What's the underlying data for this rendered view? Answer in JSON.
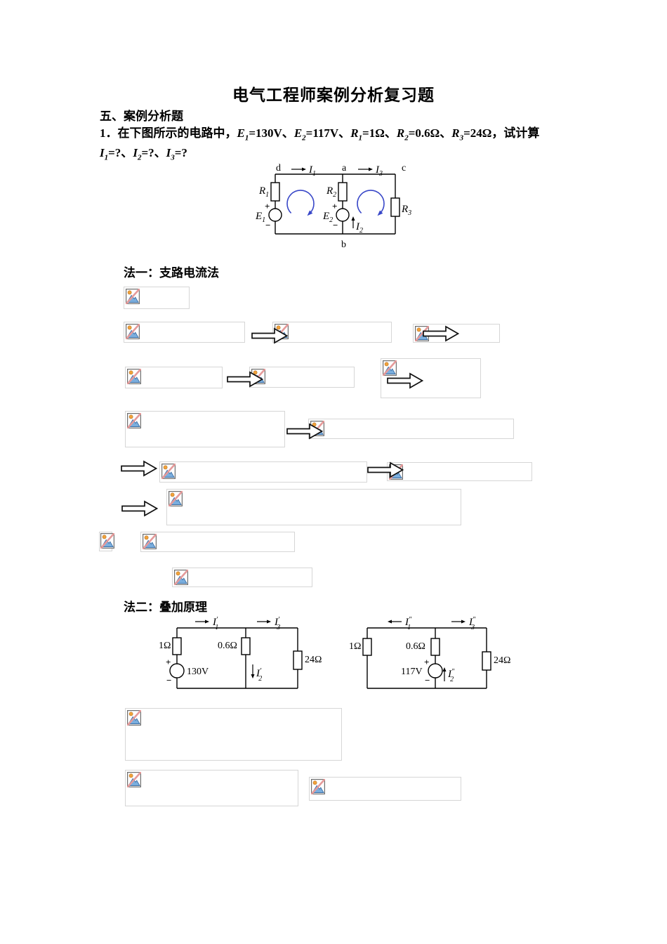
{
  "page": {
    "title": "电气工程师案例分析复习题"
  },
  "sections": {
    "heading": "五、案例分析题",
    "method1": "法一：支路电流法",
    "method2": "法二：叠加原理"
  },
  "problem": {
    "line1": [
      {
        "t": "1．在下图所示的电路中，"
      },
      {
        "t": "E",
        "i": 1
      },
      {
        "t": "1",
        "s": 1
      },
      {
        "t": "=130V、"
      },
      {
        "t": "E",
        "i": 1
      },
      {
        "t": "2",
        "s": 1
      },
      {
        "t": "=117V、"
      },
      {
        "t": "R",
        "i": 1
      },
      {
        "t": "1",
        "s": 1
      },
      {
        "t": "=1Ω、"
      },
      {
        "t": "R",
        "i": 1
      },
      {
        "t": "2",
        "s": 1
      },
      {
        "t": "=0.6Ω、"
      },
      {
        "t": "R",
        "i": 1
      },
      {
        "t": "3",
        "s": 1
      },
      {
        "t": "=24Ω，试计算"
      }
    ],
    "line2": [
      {
        "t": "I",
        "i": 1
      },
      {
        "t": "1",
        "s": 1
      },
      {
        "t": "=?、"
      },
      {
        "t": "I",
        "i": 1
      },
      {
        "t": "2",
        "s": 1
      },
      {
        "t": "=?、"
      },
      {
        "t": "I",
        "i": 1
      },
      {
        "t": "3",
        "s": 1
      },
      {
        "t": "=?"
      }
    ]
  },
  "c1": {
    "d": "d",
    "a": "a",
    "c": "c",
    "b": "b",
    "rb": "R",
    "eb": "E",
    "ib": "I",
    "s1": "1",
    "s2": "2",
    "s3": "3",
    "plus": "+",
    "minus": "−"
  },
  "c2l": {
    "ib": "I",
    "p": "′",
    "s1": "1",
    "s2": "2",
    "s3": "3",
    "r_left": "1Ω",
    "r_mid": "0.6Ω",
    "r_right": "24Ω",
    "src": "130V",
    "plus": "+",
    "minus": "−"
  },
  "c2r": {
    "ib": "I",
    "p": "″",
    "s1": "1",
    "s2": "2",
    "s3": "3",
    "r_left": "1Ω",
    "r_mid": "0.6Ω",
    "r_right": "24Ω",
    "src": "117V",
    "plus": "+",
    "minus": "−"
  },
  "icons": {
    "broken_image": "broken-image",
    "arrow_right": "arrow-right"
  }
}
